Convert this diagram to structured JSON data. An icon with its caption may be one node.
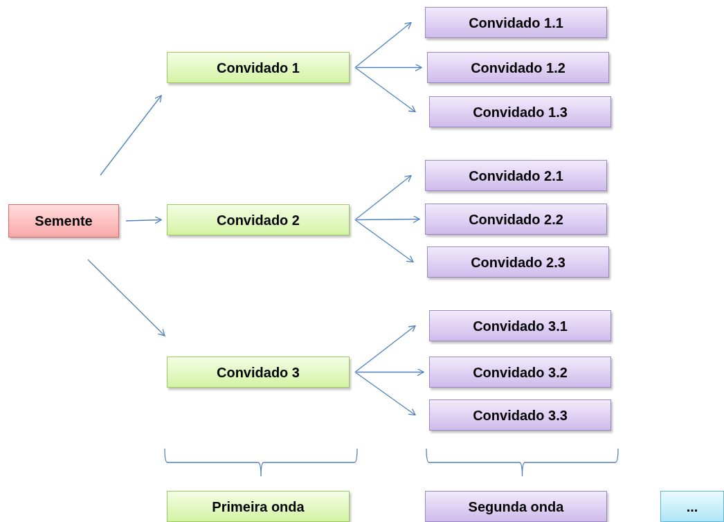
{
  "diagram": {
    "nodes": [
      {
        "text": [
          "Semente"
        ]
      },
      {
        "text": [
          "Convidado 1"
        ]
      },
      {
        "text": [
          "Convidado 2"
        ]
      },
      {
        "text": [
          "Convidado 3"
        ]
      },
      {
        "text": [
          "Convidado 1.1"
        ]
      },
      {
        "text": [
          "Convidado 1.2"
        ]
      },
      {
        "text": [
          "Convidado 1.3"
        ]
      },
      {
        "text": [
          "Convidado 2.1"
        ]
      },
      {
        "text": [
          "Convidado 2.2"
        ]
      },
      {
        "text": [
          "Convidado 2.3"
        ]
      },
      {
        "text": [
          "Convidado 3.1"
        ]
      },
      {
        "text": [
          "Convidado 3.2"
        ]
      },
      {
        "text": [
          "Convidado 3.3"
        ]
      },
      {
        "text": [
          "Primeira onda"
        ]
      },
      {
        "text": [
          "Segunda onda"
        ]
      },
      {
        "text": [
          "..."
        ]
      }
    ],
    "edges": [
      {
        "from": 0,
        "to": 1,
        "arrow": "to"
      },
      {
        "from": 0,
        "to": 2,
        "arrow": "to"
      },
      {
        "from": 0,
        "to": 3,
        "arrow": "to"
      },
      {
        "from": 1,
        "to": 4,
        "arrow": "to"
      },
      {
        "from": 1,
        "to": 5,
        "arrow": "to"
      },
      {
        "from": 1,
        "to": 6,
        "arrow": "to"
      },
      {
        "from": 2,
        "to": 7,
        "arrow": "to"
      },
      {
        "from": 2,
        "to": 8,
        "arrow": "to"
      },
      {
        "from": 2,
        "to": 9,
        "arrow": "to"
      },
      {
        "from": 3,
        "to": 10,
        "arrow": "to"
      },
      {
        "from": 3,
        "to": 11,
        "arrow": "to"
      },
      {
        "from": 3,
        "to": 12,
        "arrow": "to"
      }
    ]
  }
}
